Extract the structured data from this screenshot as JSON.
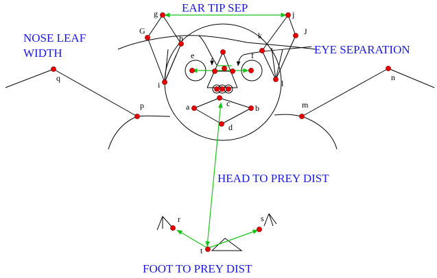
{
  "captions": {
    "ear_tip_sep": "EAR TIP SEP",
    "nose_leaf_line1": "NOSE LEAF",
    "nose_leaf_line2": "WIDTH",
    "eye_separation": "EYE SEPARATION",
    "head_to_prey": "HEAD TO PREY DIST",
    "foot_to_prey": "FOOT TO PREY DIST"
  },
  "point_labels": {
    "g": "g",
    "j": "j",
    "G": "G",
    "k": "k",
    "J": "J",
    "h": "h",
    "e": "e",
    "f": "f",
    "i": "i",
    "l": "l",
    "q": "q",
    "n": "n",
    "p": "p",
    "m": "m",
    "a": "a",
    "b": "b",
    "c": "c",
    "d": "d",
    "r": "r",
    "s": "s",
    "t": "t"
  },
  "colors": {
    "caption": "#1a1adc",
    "measure_line": "#19c219",
    "landmark": "#e60000",
    "outline": "#000000"
  }
}
